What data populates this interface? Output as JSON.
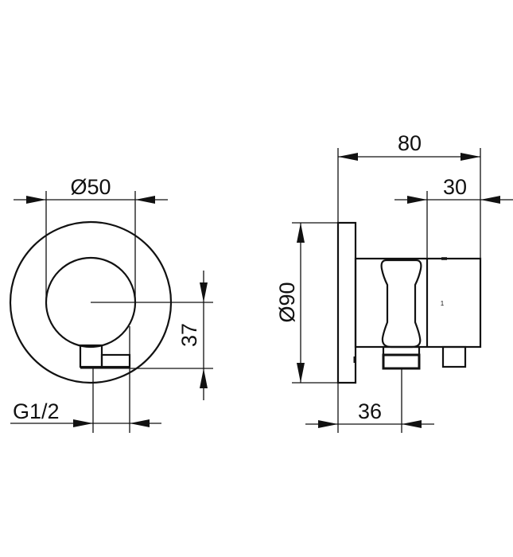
{
  "drawing": {
    "type": "technical-dimension-drawing",
    "views": [
      {
        "name": "front-view",
        "description": "Circular wall rosette with outlet"
      },
      {
        "name": "side-view",
        "description": "Wall outlet elbow with handshower holder"
      }
    ],
    "colors": {
      "line": "#111111",
      "background": "#ffffff"
    }
  },
  "dimensions": {
    "front": {
      "diameter_inner": "Ø50",
      "offset_vertical": "37",
      "thread": "G1/2"
    },
    "side": {
      "total_depth": "80",
      "body_depth": "30",
      "flange_diameter": "Ø90",
      "outlet_offset": "36"
    }
  },
  "labels": {
    "marker": "1"
  }
}
